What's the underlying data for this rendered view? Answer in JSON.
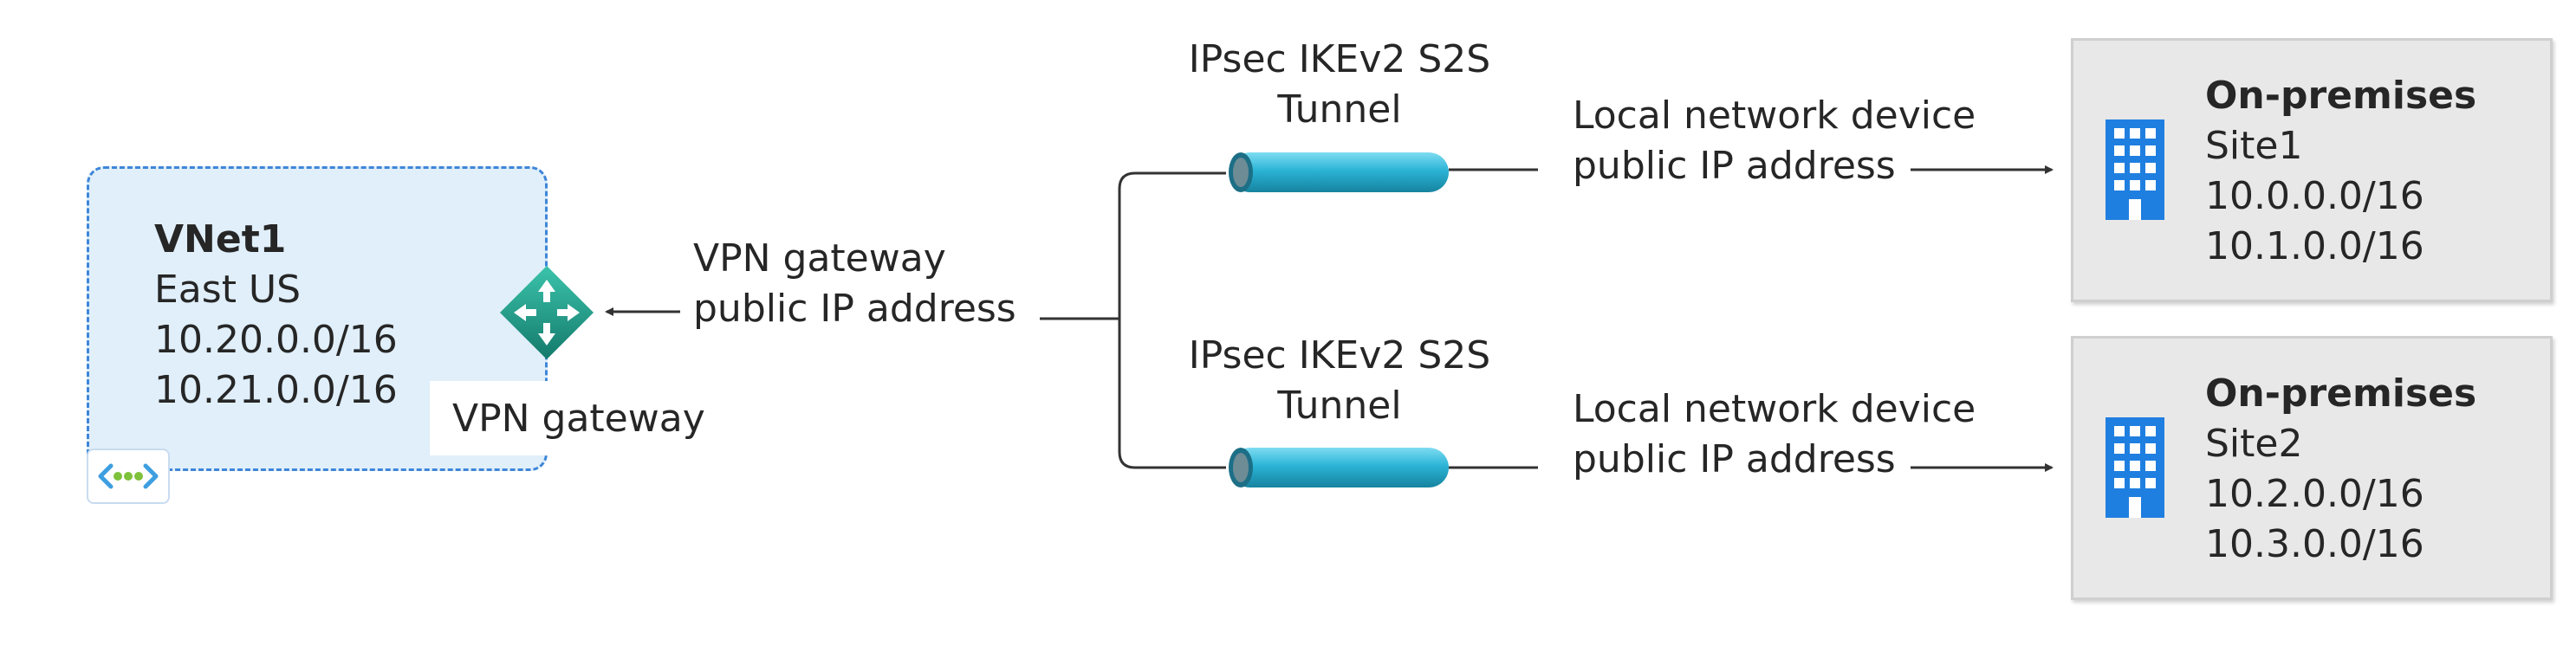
{
  "vnet": {
    "name": "VNet1",
    "region": "East US",
    "prefixes": [
      "10.20.0.0/16",
      "10.21.0.0/16"
    ]
  },
  "gateway": {
    "label": "VPN gateway",
    "public_ip_label": [
      "VPN gateway",
      "public IP address"
    ]
  },
  "tunnels": [
    {
      "label": [
        "IPsec IKEv2 S2S",
        "Tunnel"
      ]
    },
    {
      "label": [
        "IPsec IKEv2 S2S",
        "Tunnel"
      ]
    }
  ],
  "local_device_label": [
    "Local network device",
    "public IP address"
  ],
  "sites": [
    {
      "title": "On-premises",
      "name": "Site1",
      "prefixes": [
        "10.0.0.0/16",
        "10.1.0.0/16"
      ]
    },
    {
      "title": "On-premises",
      "name": "Site2",
      "prefixes": [
        "10.2.0.0/16",
        "10.3.0.0/16"
      ]
    }
  ],
  "colors": {
    "vnet_fill": "#e0effa",
    "vnet_border": "#3e86d9",
    "gateway_green": "#1e9e8a",
    "tunnel_cyan": "#2bb4d6",
    "building_blue": "#1f7fe0",
    "site_fill": "#e8e8e8",
    "line": "#333333"
  },
  "icons": {
    "vnet_badge": "virtual-network-icon",
    "gateway": "vpn-gateway-icon",
    "building": "building-icon",
    "tunnel": "tunnel-pipe-icon"
  }
}
